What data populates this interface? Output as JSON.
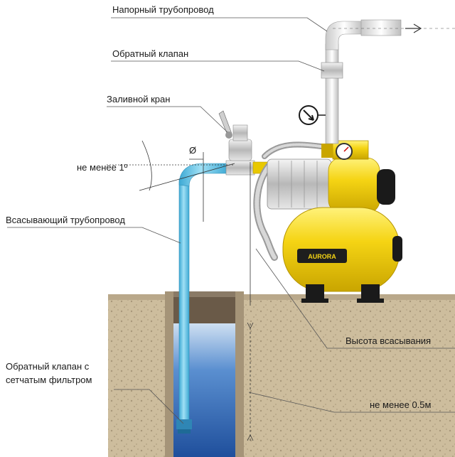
{
  "labels": {
    "discharge_pipe": "Напорный трубопровод",
    "check_valve": "Обратный клапан",
    "fill_tap": "Заливной кран",
    "min_slope": "не менее 1º",
    "diameter": "Ø",
    "suction_pipe": "Всасывающий трубопровод",
    "check_valve_filter_line1": "Обратный клапан с",
    "check_valve_filter_line2": "сетчатым фильтром",
    "suction_height": "Высота всасывания",
    "min_depth": "не менее 0.5м",
    "brand": "AURORA"
  },
  "colors": {
    "pump_yellow": "#f5d414",
    "pipe_blue": "#6cc8e8",
    "water_blue": "#3a79c4",
    "soil": "#c9b99a",
    "fittings": "#d8d8d8"
  },
  "icons": [
    "flow-arrow-icon",
    "pressure-gauge-icon",
    "tap-handle-icon"
  ]
}
